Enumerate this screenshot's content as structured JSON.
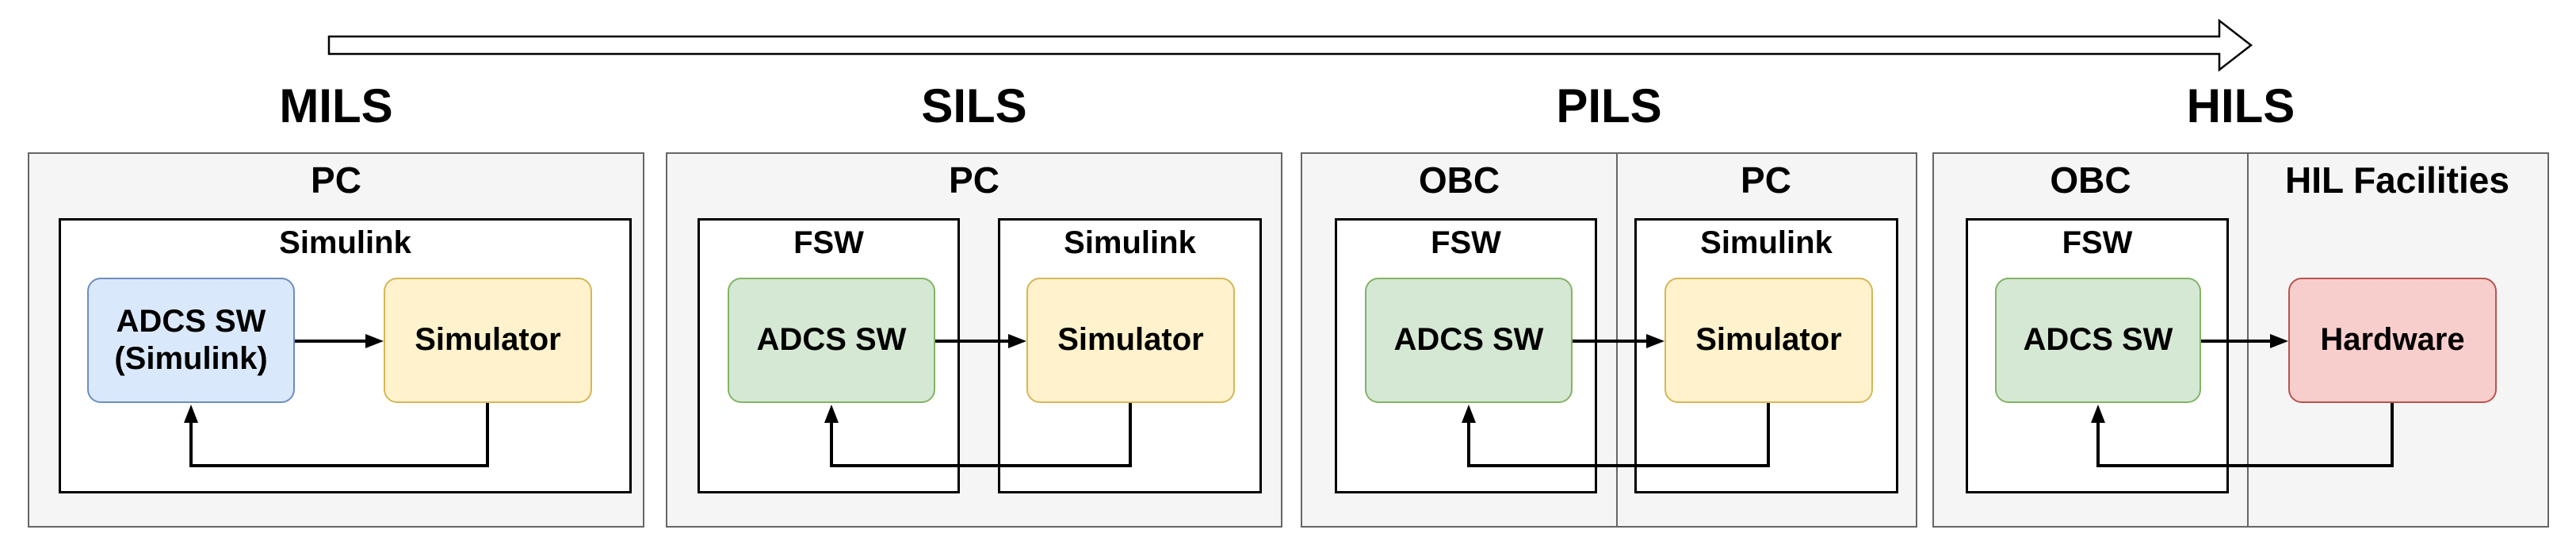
{
  "diagram": {
    "name": "adcs-software-verification-pipeline",
    "progression_arrow_icon": "hollow-right-arrow",
    "colors": {
      "outer_box_fill": "#f5f5f5",
      "outer_box_border": "#666666",
      "inner_box_fill": "#ffffff",
      "inner_box_border": "#000000",
      "node_blue_fill": "#dae8fc",
      "node_blue_border": "#6c8ebf",
      "node_green_fill": "#d5e8d4",
      "node_green_border": "#82b366",
      "node_yellow_fill": "#fff2cc",
      "node_yellow_border": "#d6b656",
      "node_red_fill": "#f8cecc",
      "node_red_border": "#b85450",
      "line_color": "#000000"
    },
    "sections": [
      {
        "title": "MILS",
        "cells": [
          {
            "label": "PC"
          }
        ],
        "inners": [
          {
            "label": "Simulink"
          }
        ],
        "nodes": [
          {
            "label": "ADCS SW\n(Simulink)",
            "color": "blue"
          },
          {
            "label": "Simulator",
            "color": "yellow"
          }
        ],
        "flow": "ADCS SW (Simulink) -> Simulator -> feedback to ADCS SW (Simulink)"
      },
      {
        "title": "SILS",
        "cells": [
          {
            "label": "PC"
          }
        ],
        "inners": [
          {
            "label": "FSW"
          },
          {
            "label": "Simulink"
          }
        ],
        "nodes": [
          {
            "label": "ADCS SW",
            "color": "green"
          },
          {
            "label": "Simulator",
            "color": "yellow"
          }
        ],
        "flow": "ADCS SW -> Simulator -> feedback to ADCS SW"
      },
      {
        "title": "PILS",
        "cells": [
          {
            "label": "OBC"
          },
          {
            "label": "PC"
          }
        ],
        "inners": [
          {
            "label": "FSW"
          },
          {
            "label": "Simulink"
          }
        ],
        "nodes": [
          {
            "label": "ADCS SW",
            "color": "green"
          },
          {
            "label": "Simulator",
            "color": "yellow"
          }
        ],
        "flow": "ADCS SW -> Simulator -> feedback to ADCS SW"
      },
      {
        "title": "HILS",
        "cells": [
          {
            "label": "OBC"
          },
          {
            "label": "HIL Facilities"
          }
        ],
        "inners": [
          {
            "label": "FSW"
          }
        ],
        "nodes": [
          {
            "label": "ADCS SW",
            "color": "green"
          },
          {
            "label": "Hardware",
            "color": "red"
          }
        ],
        "flow": "ADCS SW -> Hardware -> feedback to ADCS SW"
      }
    ]
  }
}
